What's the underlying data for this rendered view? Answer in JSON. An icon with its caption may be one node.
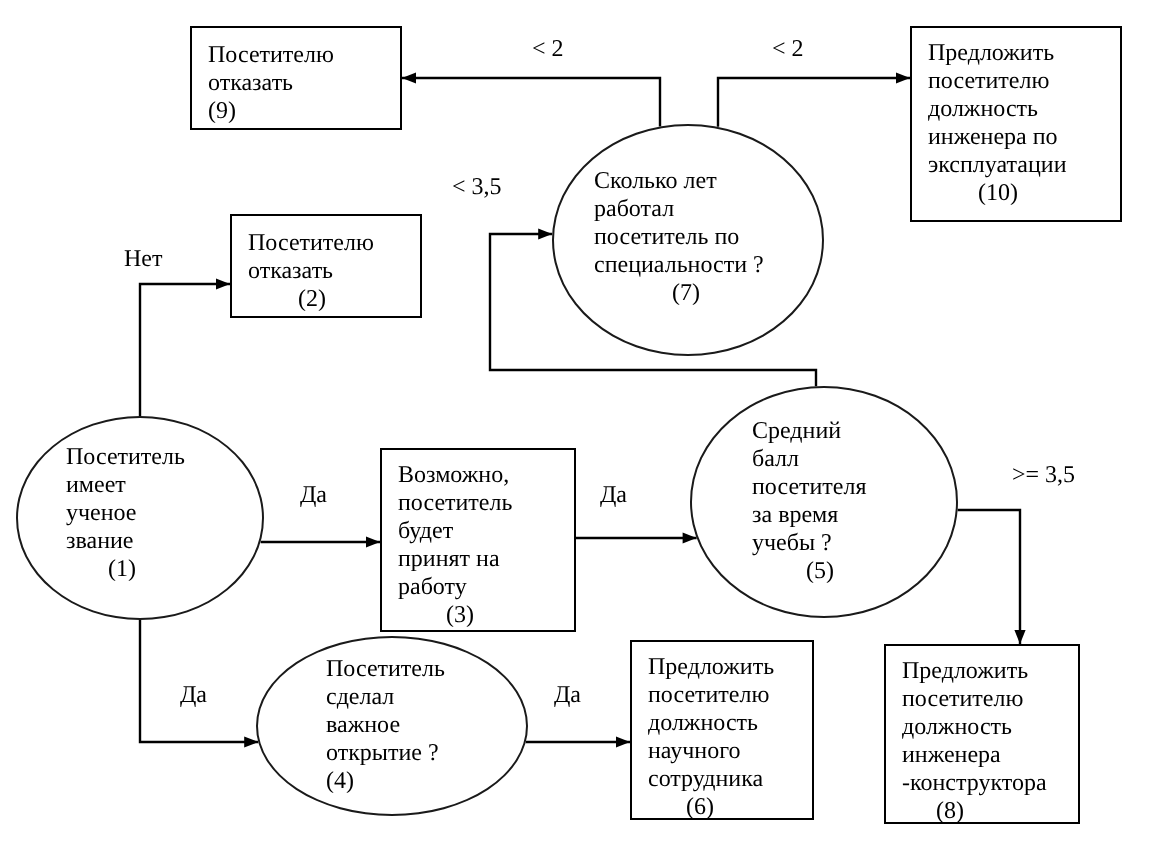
{
  "diagram": {
    "nodes": [
      {
        "text": [
          "Посетитель имеет ученое звание",
          "(1)"
        ]
      },
      {
        "text": [
          "Посетителю отказать",
          "(2)"
        ]
      },
      {
        "text": [
          "Возможно, посетитель будет принят на работу",
          "(3)"
        ]
      },
      {
        "text": [
          "Посетитель сделал важное открытие ?",
          "(4)"
        ]
      },
      {
        "text": [
          "Средний балл посетителя за время учебы ?",
          "(5)"
        ]
      },
      {
        "text": [
          "Предложить посетителю должность научного сотрудника",
          "(6)"
        ]
      },
      {
        "text": [
          "Сколько лет работал посетитель по специальности ?",
          "(7)"
        ]
      },
      {
        "text": [
          "Предложить посетителю должность инженера -конструктора",
          "(8)"
        ]
      },
      {
        "text": [
          "Посетителю отказать",
          "(9)"
        ]
      },
      {
        "text": [
          "Предложить посетителю должность инженера по эксплуатации",
          "(10)"
        ]
      }
    ],
    "edges": [
      {
        "from": 0,
        "to": 1,
        "arrow": "to",
        "label": "Нет"
      },
      {
        "from": 0,
        "to": 2,
        "arrow": "to",
        "label": "Да"
      },
      {
        "from": 0,
        "to": 3,
        "arrow": "to",
        "label": "Да"
      },
      {
        "from": 2,
        "to": 4,
        "arrow": "to",
        "label": "Да"
      },
      {
        "from": 3,
        "to": 5,
        "arrow": "to",
        "label": "Да"
      },
      {
        "from": 4,
        "to": 7,
        "arrow": "to",
        "label": ">= 3,5"
      },
      {
        "from": 4,
        "to": 6,
        "arrow": "to",
        "label": "< 3,5"
      },
      {
        "from": 6,
        "to": 8,
        "arrow": "to",
        "label": "< 2"
      },
      {
        "from": 6,
        "to": 9,
        "arrow": "to",
        "label": "< 2"
      }
    ]
  }
}
